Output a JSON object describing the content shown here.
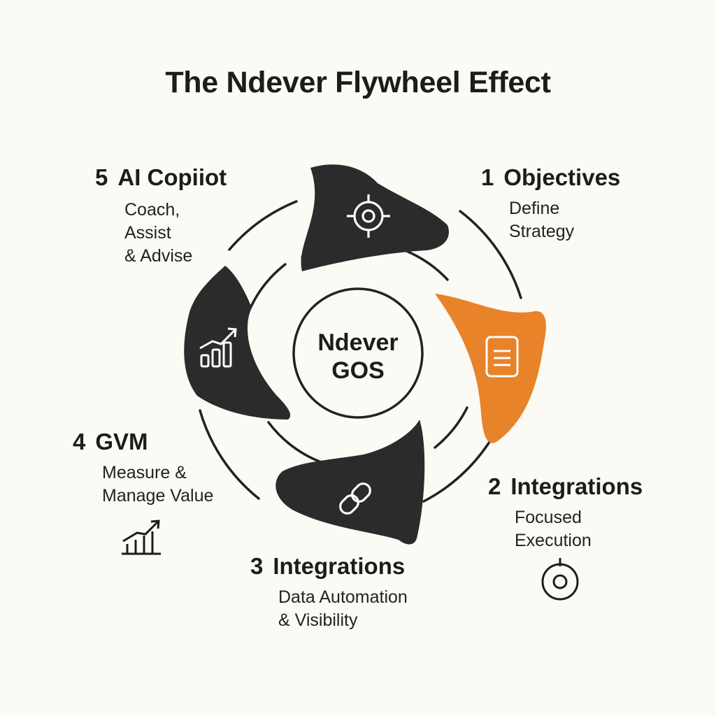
{
  "title": "The Ndever Flywheel Effect",
  "center": {
    "line1": "Ndever",
    "line2": "GOS"
  },
  "colors": {
    "dark": "#2b2b2b",
    "accent": "#e8832a",
    "background": "#fcfaf4"
  },
  "steps": [
    {
      "number": "1",
      "title": "Objectives",
      "desc": [
        "Define",
        "Strategy"
      ],
      "icon": "target-icon"
    },
    {
      "number": "2",
      "title": "Integrations",
      "desc": [
        "Focused",
        "Execution"
      ],
      "icon": "document-icon",
      "side_icon": "target-icon"
    },
    {
      "number": "3",
      "title": "Integrations",
      "desc": [
        "Data Automation",
        "& Visibility"
      ],
      "icon": "link-icon"
    },
    {
      "number": "4",
      "title": "GVM",
      "desc": [
        "Measure &",
        "Manage Value"
      ],
      "icon": "growth-chart-icon",
      "side_icon": "growth-chart-icon"
    },
    {
      "number": "5",
      "title": "AI Copiiot",
      "desc": [
        "Coach,",
        "Assist",
        "& Advise"
      ],
      "icon": "growth-chart-icon"
    }
  ]
}
